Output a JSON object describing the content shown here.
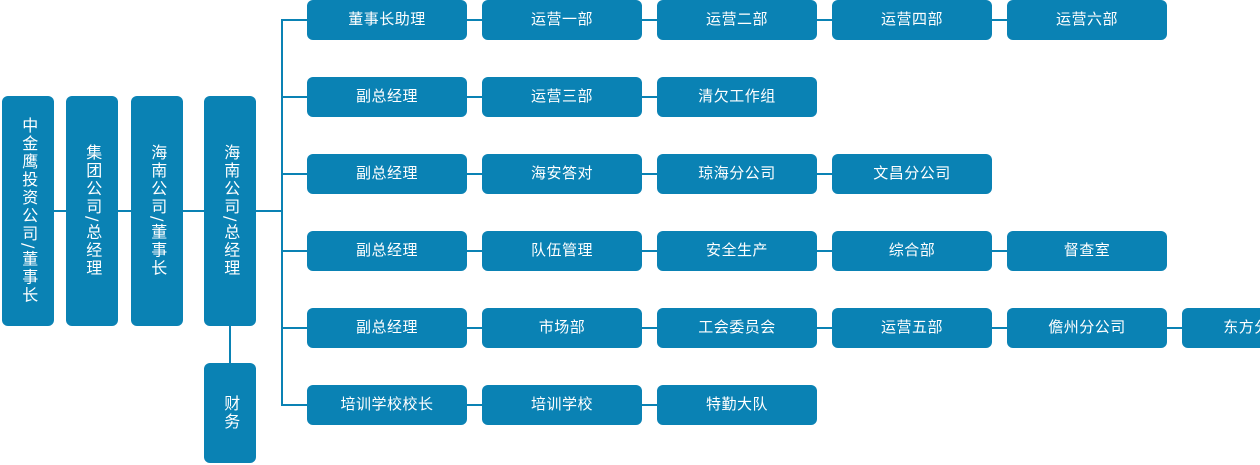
{
  "chart": {
    "type": "org-chart",
    "title": "",
    "accent_color": "#0a82b4",
    "text_color": "#ffffff",
    "background_color": "#ffffff",
    "orientation": "left-to-right",
    "node_shape": "rounded-rectangle"
  },
  "spine": {
    "label": "executive-chain",
    "nodes": [
      {
        "id": "n1",
        "label": "中金鹰投资公司/董事长",
        "orientation": "vertical"
      },
      {
        "id": "n2",
        "label": "集团公司/总经理",
        "orientation": "vertical"
      },
      {
        "id": "n3",
        "label": "海南公司/董事长",
        "orientation": "vertical"
      },
      {
        "id": "n4",
        "label": "海南公司/总经理",
        "orientation": "vertical"
      }
    ]
  },
  "finance": {
    "id": "nf",
    "label": "财务",
    "orientation": "vertical",
    "parent": "n4"
  },
  "branches": [
    {
      "id": "row1",
      "parent": "n4",
      "nodes": [
        {
          "id": "r1c1",
          "label": "董事长助理"
        },
        {
          "id": "r1c2",
          "label": "运营一部"
        },
        {
          "id": "r1c3",
          "label": "运营二部"
        },
        {
          "id": "r1c4",
          "label": "运营四部"
        },
        {
          "id": "r1c5",
          "label": "运营六部"
        }
      ]
    },
    {
      "id": "row2",
      "parent": "n4",
      "nodes": [
        {
          "id": "r2c1",
          "label": "副总经理"
        },
        {
          "id": "r2c2",
          "label": "运营三部"
        },
        {
          "id": "r2c3",
          "label": "清欠工作组"
        }
      ]
    },
    {
      "id": "row3",
      "parent": "n4",
      "nodes": [
        {
          "id": "r3c1",
          "label": "副总经理"
        },
        {
          "id": "r3c2",
          "label": "海安答对"
        },
        {
          "id": "r3c3",
          "label": "琼海分公司"
        },
        {
          "id": "r3c4",
          "label": "文昌分公司"
        }
      ]
    },
    {
      "id": "row4",
      "parent": "n4",
      "nodes": [
        {
          "id": "r4c1",
          "label": "副总经理"
        },
        {
          "id": "r4c2",
          "label": "队伍管理"
        },
        {
          "id": "r4c3",
          "label": "安全生产"
        },
        {
          "id": "r4c4",
          "label": "综合部"
        },
        {
          "id": "r4c5",
          "label": "督查室"
        }
      ]
    },
    {
      "id": "row5",
      "parent": "n4",
      "nodes": [
        {
          "id": "r5c1",
          "label": "副总经理"
        },
        {
          "id": "r5c2",
          "label": "市场部"
        },
        {
          "id": "r5c3",
          "label": "工会委员会"
        },
        {
          "id": "r5c4",
          "label": "运营五部"
        },
        {
          "id": "r5c5",
          "label": "儋州分公司"
        },
        {
          "id": "r5c6",
          "label": "东方分公司"
        }
      ]
    },
    {
      "id": "row6",
      "parent": "n4",
      "nodes": [
        {
          "id": "r6c1",
          "label": "培训学校校长"
        },
        {
          "id": "r6c2",
          "label": "培训学校"
        },
        {
          "id": "r6c3",
          "label": "特勤大队"
        }
      ]
    }
  ]
}
